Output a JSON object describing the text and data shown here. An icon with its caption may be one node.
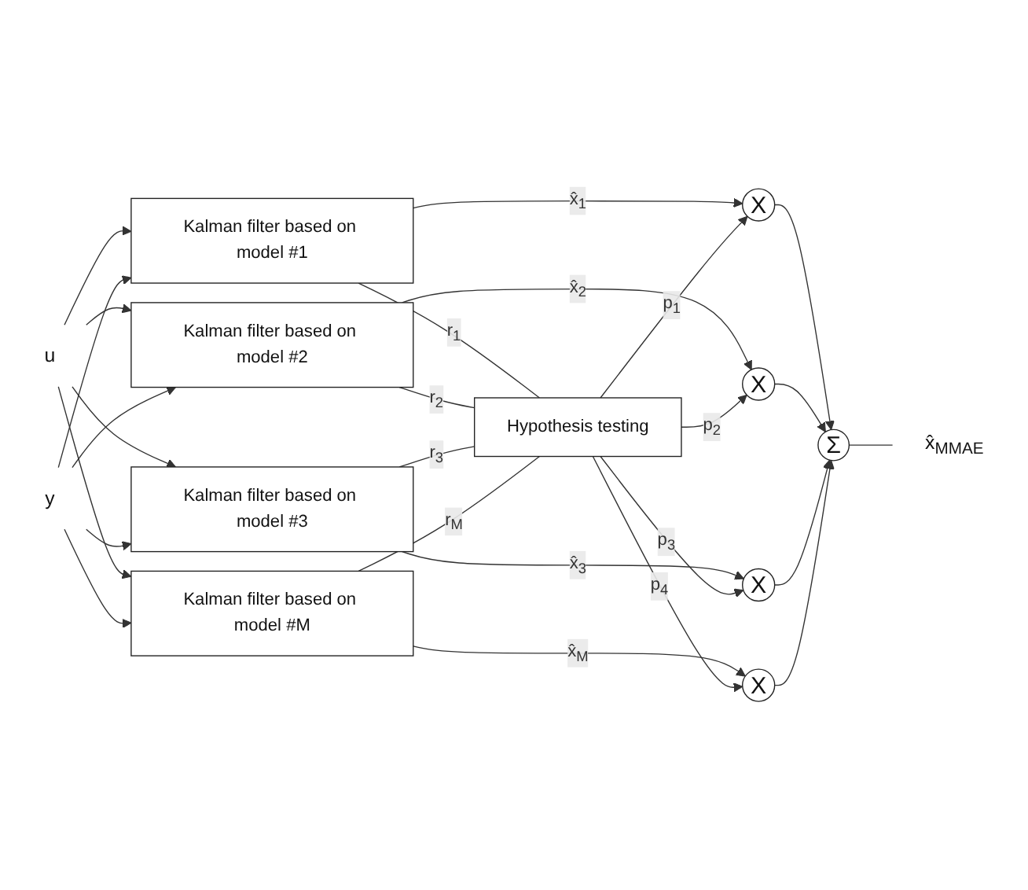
{
  "diagram": {
    "nodes": [
      {
        "text": [
          "u"
        ]
      },
      {
        "text": [
          "y"
        ]
      },
      {
        "text": [
          "Kalman filter based on model #1"
        ]
      },
      {
        "text": [
          "Kalman filter based on model #2"
        ]
      },
      {
        "text": [
          "Kalman filter based on model #3"
        ]
      },
      {
        "text": [
          "Kalman filter based on model #M"
        ]
      },
      {
        "text": [
          "Hypothesis testing"
        ]
      },
      {
        "text": [
          "X"
        ]
      },
      {
        "text": [
          "X"
        ]
      },
      {
        "text": [
          "X"
        ]
      },
      {
        "text": [
          "X"
        ]
      },
      {
        "text": [
          "Σ"
        ]
      },
      {
        "text": [
          "x̂$_{MMAE}$"
        ]
      }
    ],
    "edges": [
      {
        "from": 0,
        "to": 2,
        "arrow": "to"
      },
      {
        "from": 0,
        "to": 3,
        "arrow": "to"
      },
      {
        "from": 0,
        "to": 4,
        "arrow": "to"
      },
      {
        "from": 0,
        "to": 5,
        "arrow": "to"
      },
      {
        "from": 1,
        "to": 2,
        "arrow": "to"
      },
      {
        "from": 1,
        "to": 3,
        "arrow": "to"
      },
      {
        "from": 1,
        "to": 4,
        "arrow": "to"
      },
      {
        "from": 1,
        "to": 5,
        "arrow": "to"
      },
      {
        "from": 2,
        "to": 6,
        "arrow": "none",
        "label": "r$_{1}$"
      },
      {
        "from": 3,
        "to": 6,
        "arrow": "none",
        "label": "r$_{2}$"
      },
      {
        "from": 4,
        "to": 6,
        "arrow": "none",
        "label": "r$_{3}$"
      },
      {
        "from": 5,
        "to": 6,
        "arrow": "none",
        "label": "r$_{M}$"
      },
      {
        "from": 2,
        "to": 7,
        "arrow": "to",
        "label": "x̂$_{1}$"
      },
      {
        "from": 3,
        "to": 8,
        "arrow": "to",
        "label": "x̂$_{2}$"
      },
      {
        "from": 4,
        "to": 9,
        "arrow": "to",
        "label": "x̂$_{3}$"
      },
      {
        "from": 5,
        "to": 10,
        "arrow": "to",
        "label": "x̂$_{M}$"
      },
      {
        "from": 6,
        "to": 7,
        "arrow": "to",
        "label": "p$_{1}$"
      },
      {
        "from": 6,
        "to": 8,
        "arrow": "to",
        "label": "p$_{2}$"
      },
      {
        "from": 6,
        "to": 9,
        "arrow": "to",
        "label": "p$_{3}$"
      },
      {
        "from": 6,
        "to": 10,
        "arrow": "to",
        "label": "p$_{4}$"
      },
      {
        "from": 7,
        "to": 11,
        "arrow": "to"
      },
      {
        "from": 8,
        "to": 11,
        "arrow": "to"
      },
      {
        "from": 9,
        "to": 11,
        "arrow": "to"
      },
      {
        "from": 10,
        "to": 11,
        "arrow": "to"
      },
      {
        "from": 11,
        "to": 12,
        "arrow": "none"
      }
    ]
  }
}
